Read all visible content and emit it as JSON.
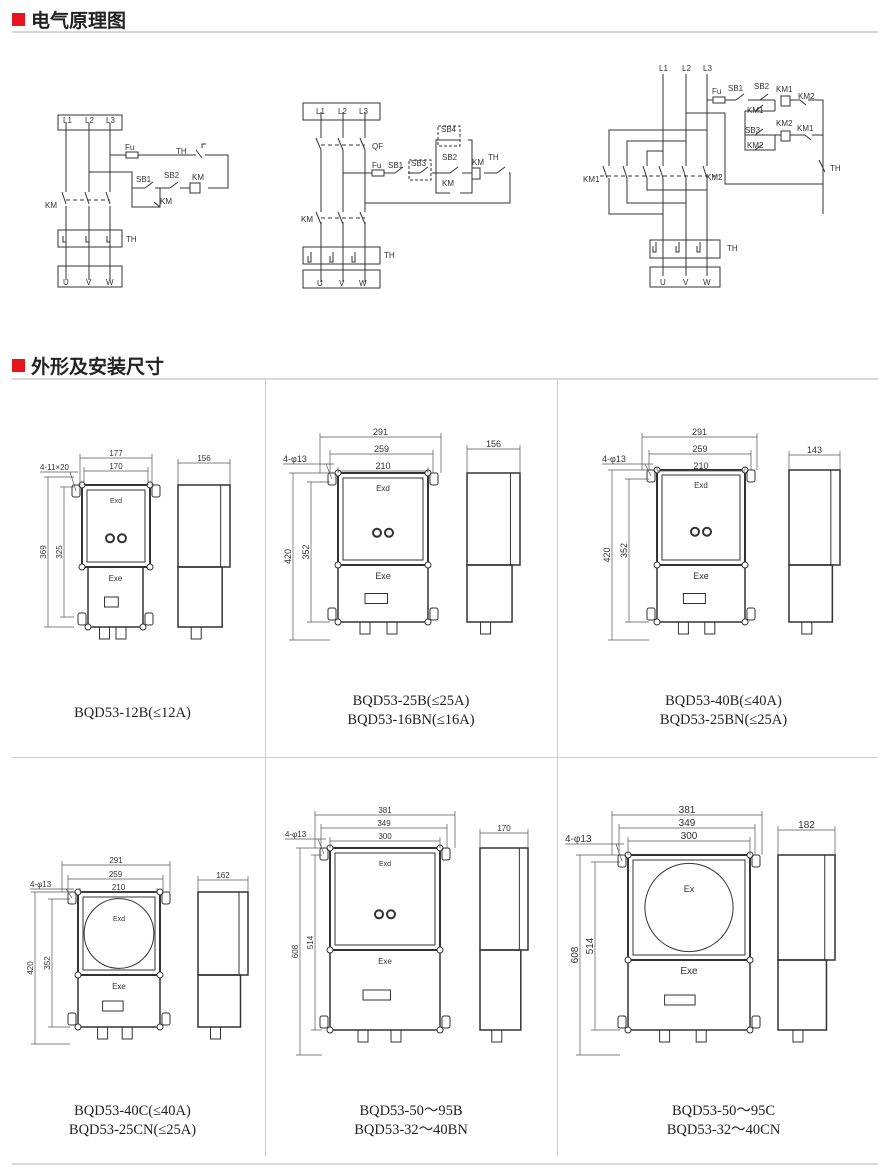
{
  "sections": {
    "wiring_title": "电气原理图",
    "outline_title": "外形及安装尺寸"
  },
  "colors": {
    "accent": "#e8141c",
    "line": "#333333"
  },
  "diagrams": [
    {
      "lines": [
        "L1",
        "L2",
        "L3"
      ],
      "outputs": [
        "U",
        "V",
        "W"
      ],
      "labels": {
        "fu": "Fu",
        "th": "TH",
        "th_relay": "TH",
        "km": "KM",
        "sb1": "SB1",
        "sb2": "SB2",
        "km_coil": "KM",
        "km_aux": "KM"
      }
    },
    {
      "lines": [
        "L1",
        "L2",
        "L3"
      ],
      "outputs": [
        "U",
        "V",
        "W"
      ],
      "labels": {
        "qf": "QF",
        "fu": "Fu",
        "sb1": "SB1",
        "sb3": "SB3",
        "sb4": "SB4",
        "sb2": "SB2",
        "km_coil": "KM",
        "th": "TH",
        "km_aux": "KM",
        "km": "KM",
        "th_relay": "TH"
      }
    },
    {
      "lines": [
        "L1",
        "L2",
        "L3"
      ],
      "outputs": [
        "U",
        "V",
        "W"
      ],
      "labels": {
        "fu": "Fu",
        "sb1": "SB1",
        "sb2": "SB2",
        "km1_coil": "KM1",
        "km2_nc": "KM2",
        "km1_aux": "KM1",
        "sb3": "SB3",
        "km2_coil": "KM2",
        "km1_nc": "KM1",
        "km2_aux": "KM2",
        "th": "TH",
        "km1": "KM1",
        "km2": "KM2",
        "th_relay": "TH"
      }
    }
  ],
  "products": [
    {
      "widths": [
        "177",
        "170"
      ],
      "holes": "4-11×20",
      "heights": [
        "369",
        "325"
      ],
      "side": "156",
      "upper": "Exd",
      "lower": "Exe",
      "captions": [
        "BQD53-12B(≤12A)"
      ]
    },
    {
      "widths": [
        "291",
        "259",
        "210"
      ],
      "holes": "4-φ13",
      "heights": [
        "420",
        "352"
      ],
      "side": "156",
      "upper": "Exd",
      "lower": "Exe",
      "captions": [
        "BQD53-25B(≤25A)",
        "BQD53-16BN(≤16A)"
      ]
    },
    {
      "widths": [
        "291",
        "259",
        "210"
      ],
      "holes": "4-φ13",
      "heights": [
        "420",
        "352"
      ],
      "side": "143",
      "upper": "Exd",
      "lower": "Exe",
      "captions": [
        "BQD53-40B(≤40A)",
        "BQD53-25BN(≤25A)"
      ]
    },
    {
      "widths": [
        "291",
        "259",
        "210"
      ],
      "holes": "4-φ13",
      "heights": [
        "420",
        "352"
      ],
      "side": "162",
      "upper": "Exd",
      "lower": "Exe",
      "captions": [
        "BQD53-40C(≤40A)",
        "BQD53-25CN(≤25A)"
      ]
    },
    {
      "widths": [
        "381",
        "349",
        "300"
      ],
      "holes": "4-φ13",
      "heights": [
        "608",
        "514"
      ],
      "side": "170",
      "upper": "Exd",
      "lower": "Exe",
      "captions": [
        "BQD53-50～95B",
        "BQD53-32～40BN"
      ]
    },
    {
      "widths": [
        "381",
        "349",
        "300"
      ],
      "holes": "4-φ13",
      "heights": [
        "608",
        "514"
      ],
      "side": "182",
      "upper": "Ex",
      "lower": "Exe",
      "captions": [
        "BQD53-50～95C",
        "BQD53-32～40CN"
      ]
    }
  ]
}
